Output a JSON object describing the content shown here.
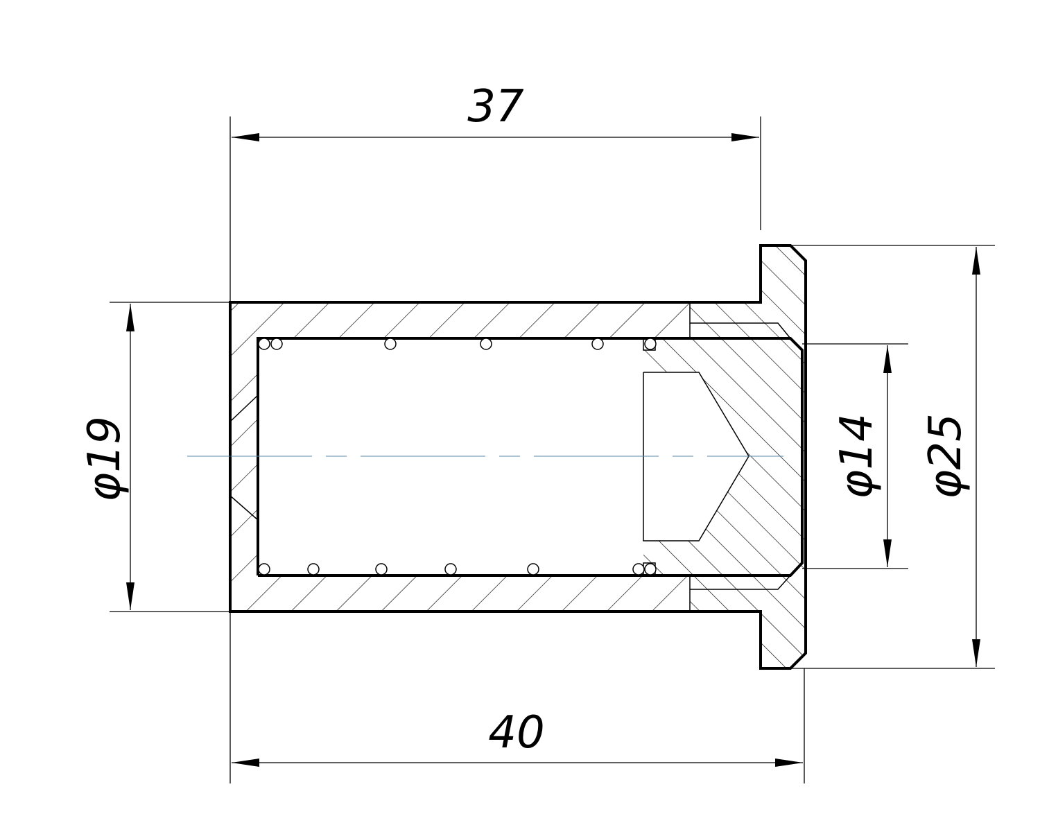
{
  "drawing": {
    "type": "sectional technical drawing",
    "dimensions": {
      "length_top": "37",
      "length_bottom": "40",
      "diameter_left": "φ19",
      "diameter_inner_right": "φ14",
      "diameter_outer_right": "φ25"
    },
    "colors": {
      "line": "#000000",
      "centerline": "#5a8aa8"
    }
  }
}
